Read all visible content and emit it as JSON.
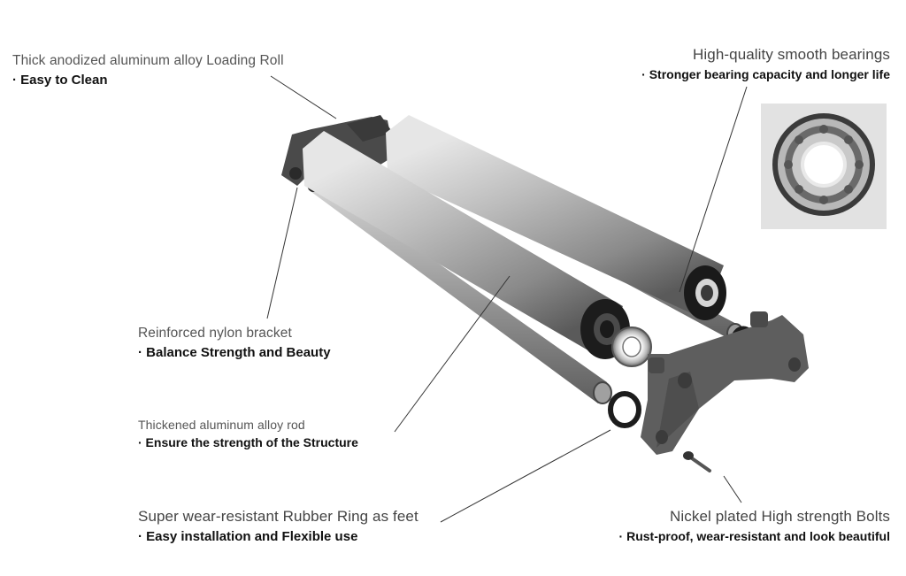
{
  "callouts": {
    "roll": {
      "title": "Thick anodized aluminum alloy Loading Roll",
      "feature": "· Easy to Clean"
    },
    "bearing": {
      "title": "High-quality smooth bearings",
      "feature": "· Stronger bearing capacity and longer life"
    },
    "bracket": {
      "title": "Reinforced nylon bracket",
      "feature": "· Balance Strength and Beauty"
    },
    "rod": {
      "title": "Thickened aluminum alloy rod",
      "feature": "· Ensure the strength of the Structure"
    },
    "ring": {
      "title": "Super wear-resistant Rubber Ring as feet",
      "feature": "· Easy installation and Flexible use"
    },
    "bolt": {
      "title": "Nickel plated High strength Bolts",
      "feature": "· Rust-proof, wear-resistant and look beautiful"
    }
  },
  "colors": {
    "background": "#ffffff",
    "aluminum_light": "#c9c9c9",
    "aluminum_dark": "#6e6e6e",
    "nylon_gray": "#5d5d5d",
    "rubber_black": "#1c1c1c",
    "leader_line": "#333333"
  }
}
